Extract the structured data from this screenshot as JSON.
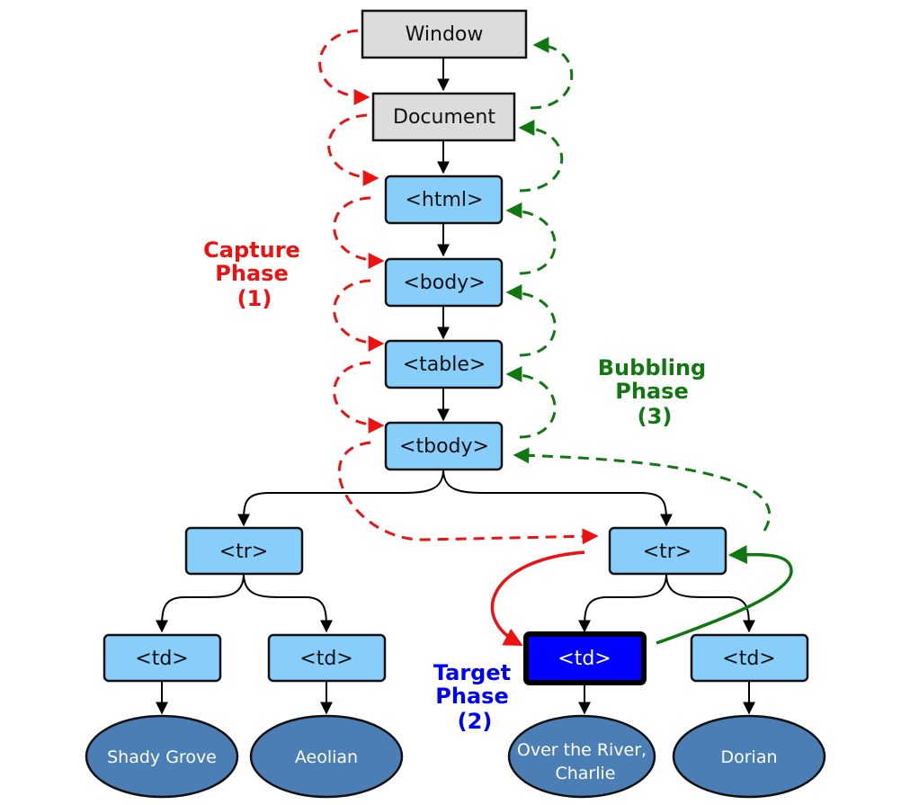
{
  "nodes": {
    "window": "Window",
    "document": "Document",
    "html": "<html>",
    "body": "<body>",
    "table": "<table>",
    "tbody": "<tbody>",
    "tr_left": "<tr>",
    "tr_right": "<tr>",
    "td_1": "<td>",
    "td_2": "<td>",
    "td_target": "<td>",
    "td_4": "<td>"
  },
  "leaves": {
    "leaf_1": "Shady Grove",
    "leaf_2": "Aeolian",
    "leaf_3_line1": "Over the River,",
    "leaf_3_line2": "Charlie",
    "leaf_4": "Dorian"
  },
  "phases": {
    "capture": {
      "line1": "Capture",
      "line2": "Phase",
      "line3": "(1)"
    },
    "target": {
      "line1": "Target",
      "line2": "Phase",
      "line3": "(2)"
    },
    "bubbling": {
      "line1": "Bubbling",
      "line2": "Phase",
      "line3": "(3)"
    }
  },
  "colors": {
    "capture": "#ee1111",
    "target": "#0000ff",
    "bubbling": "#117711",
    "element_box": "#87cefa",
    "root_box": "#dcdcdc",
    "leaf": "#4a7eb5"
  }
}
